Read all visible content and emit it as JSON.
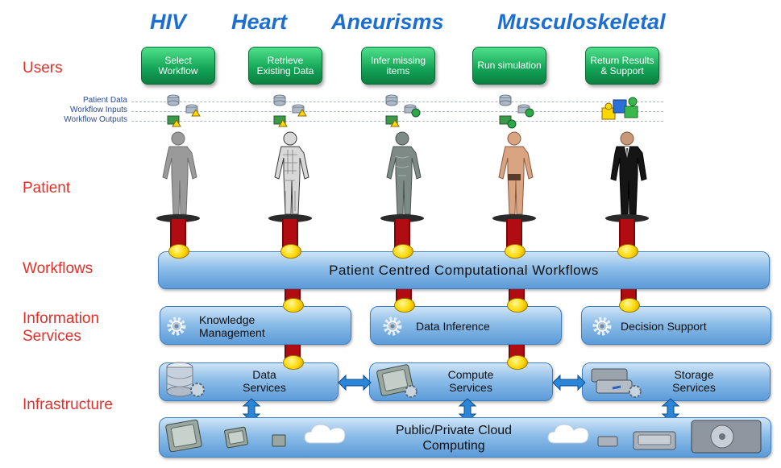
{
  "diseases": [
    "HIV",
    "Heart",
    "Aneurisms",
    "Musculoskeletal"
  ],
  "layers": {
    "users": "Users",
    "patient": "Patient",
    "workflows": "Workflows",
    "information_services": "Information Services",
    "infrastructure": "Infrastructure"
  },
  "actions": [
    {
      "label": "Select Workflow"
    },
    {
      "label": "Retrieve Existing Data"
    },
    {
      "label": "Infer missing items"
    },
    {
      "label": "Run simulation"
    },
    {
      "label": "Return Results & Support"
    }
  ],
  "legend": {
    "patient_data": "Patient Data",
    "workflow_inputs": "Workflow Inputs",
    "workflow_outputs": "Workflow Outputs"
  },
  "workflow_bar": "Patient Centred Computational Workflows",
  "information_services": [
    {
      "label": "Knowledge Management"
    },
    {
      "label": "Data Inference"
    },
    {
      "label": "Decision Support"
    }
  ],
  "infrastructure_services": [
    {
      "label": "Data Services"
    },
    {
      "label": "Compute Services"
    },
    {
      "label": "Storage Services"
    }
  ],
  "cloud_bar": "Public/Private Cloud Computing",
  "colors": {
    "disease_title": "#1c6fd0",
    "layer_label": "#e0302a",
    "action_green": "#12a356",
    "bar_blue": "#8cbde8",
    "pole_red": "#b00c12",
    "knob_yellow": "#ffd800"
  }
}
